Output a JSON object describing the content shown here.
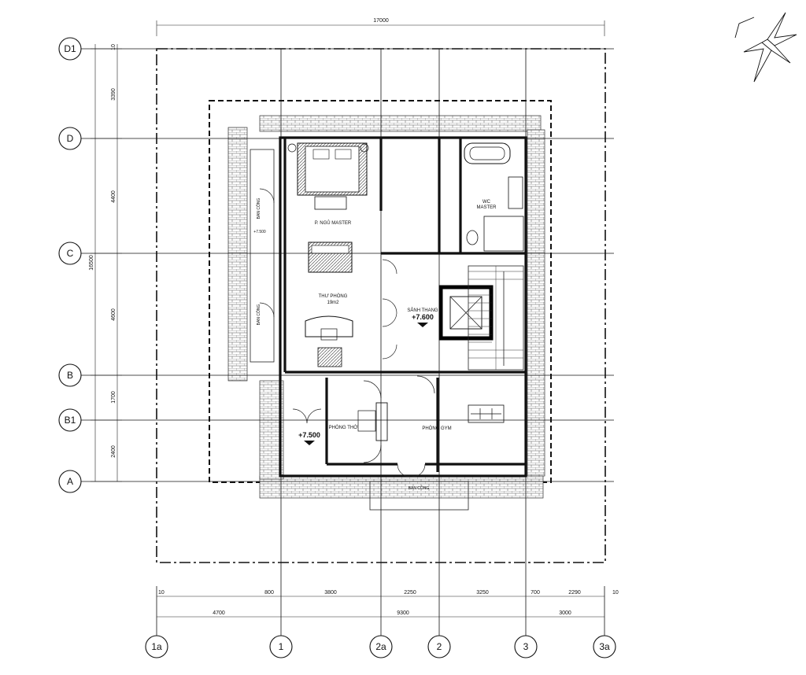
{
  "dimensions": {
    "top_total": "17000",
    "left_total": "16500",
    "left_segments": [
      "10",
      "3390",
      "4400",
      "4600",
      "1700",
      "2400"
    ],
    "bottom_segments": [
      "10",
      "800",
      "3800",
      "2250",
      "3250",
      "700",
      "2290",
      "10"
    ],
    "bottom_totals": [
      "4700",
      "9300",
      "3000"
    ]
  },
  "row_axes": [
    "D1",
    "D",
    "C",
    "B",
    "B1",
    "A"
  ],
  "column_axes": [
    "1a",
    "1",
    "2a",
    "2",
    "3",
    "3a"
  ],
  "rooms": {
    "master_bedroom": "P. NGỦ MASTER",
    "library": "THƯ PHÒNG",
    "library_area": "19m2",
    "stair_hall": "SẢNH THANG",
    "wc_line1": "WC",
    "wc_line2": "MASTER",
    "prayer_room": "PHÒNG THỜ",
    "gym": "PHÒNG GYM",
    "balcony": "BAN CÔNG"
  },
  "levels": {
    "hall": "+7.600",
    "prayer": "+7.500",
    "balcony": "+7.500"
  }
}
